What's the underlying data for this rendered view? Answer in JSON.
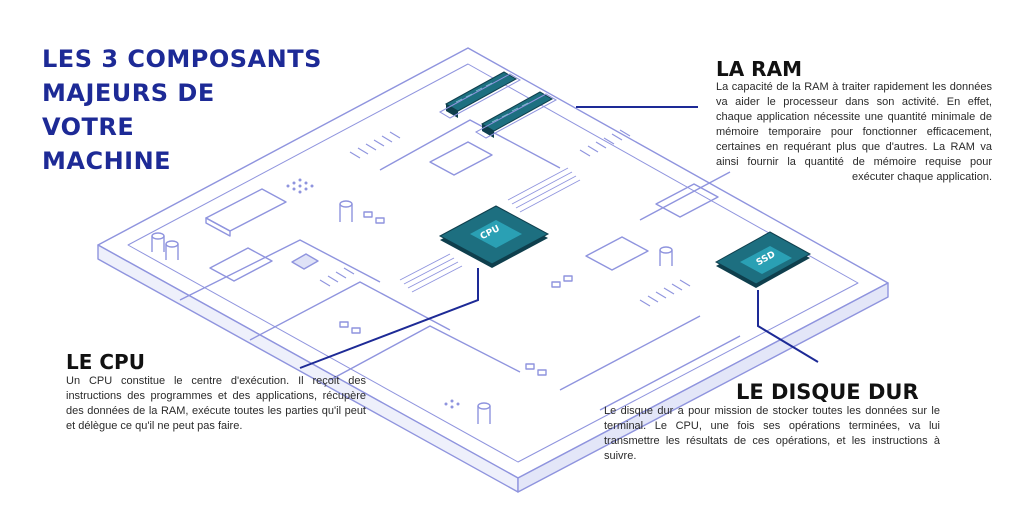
{
  "title_lines": [
    "LES 3 COMPOSANTS",
    "MAJEURS DE",
    "VOTRE",
    "MACHINE"
  ],
  "ram": {
    "title": "LA RAM",
    "text": "La capacité de la RAM à traiter rapidement les données va aider le processeur dans son activité. En effet, chaque application nécessite une quantité minimale de mémoire temporaire pour fonctionner efficacement, certaines en requérant plus que d'autres. La RAM va ainsi fournir la quantité de mémoire requise pour exécuter chaque application."
  },
  "cpu": {
    "title": "LE CPU",
    "chip_label": "CPU",
    "text": "Un CPU constitue le centre d'exécution. Il reçoit des instructions des programmes et des applications, récupère des données de la RAM, exécute toutes les parties qu'il peut et délègue ce qu'il ne peut pas faire."
  },
  "disk": {
    "title": "LE DISQUE DUR",
    "chip_label": "SSD",
    "text": "Le disque dur a pour mission de stocker toutes les données sur le terminal. Le CPU, une fois ses opérations terminées, va lui transmettre les résultats de ces opérations, et les instructions à suivre."
  },
  "colors": {
    "title": "#1d2a96",
    "board_line": "#8f94de",
    "board_fill": "#ffffff",
    "connector": "#1d2a96",
    "chip_teal": "#1d6f80",
    "chip_dark": "#0f3f4d"
  }
}
